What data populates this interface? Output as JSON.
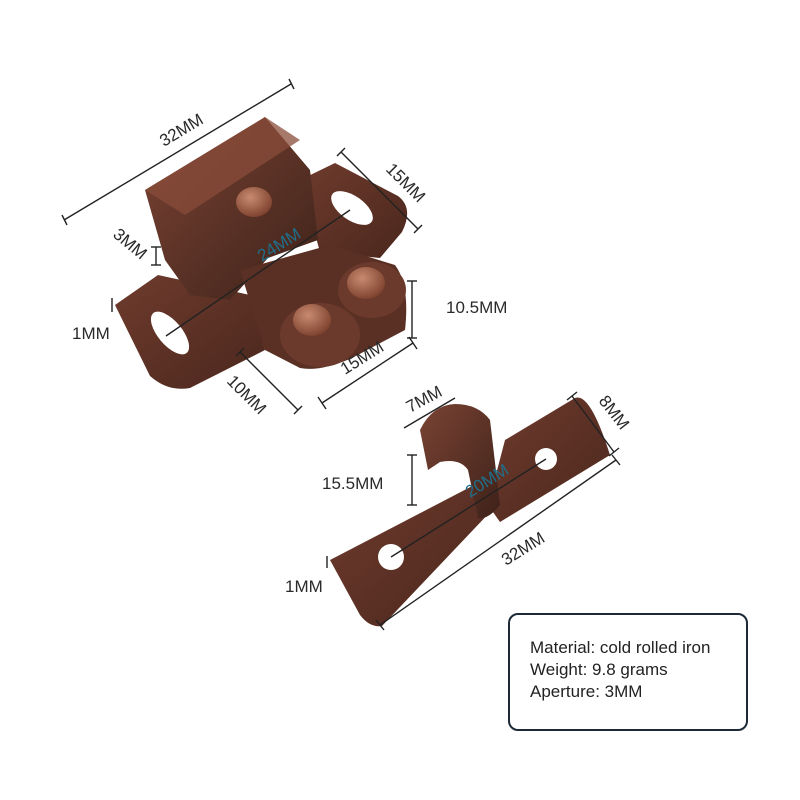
{
  "dimensions": {
    "catch_width": "32MM",
    "catch_depth": "15MM",
    "catch_flange": "3MM",
    "catch_center": "24MM",
    "catch_thickness": "1MM",
    "catch_height": "10.5MM",
    "catch_roller_span": "15MM",
    "catch_base": "10MM",
    "strike_top": "7MM",
    "strike_side": "8MM",
    "strike_height": "15.5MM",
    "strike_center": "20MM",
    "strike_length": "32MM",
    "strike_thickness": "1MM"
  },
  "specs": {
    "material": "Material: cold rolled iron",
    "weight": "Weight: 9.8 grams",
    "aperture": "Aperture: 3MM"
  },
  "colors": {
    "metal_dark": "#4a2a20",
    "metal_mid": "#6b3a2c",
    "metal_light": "#8a4c3a",
    "box_border": "#1c2a38"
  }
}
